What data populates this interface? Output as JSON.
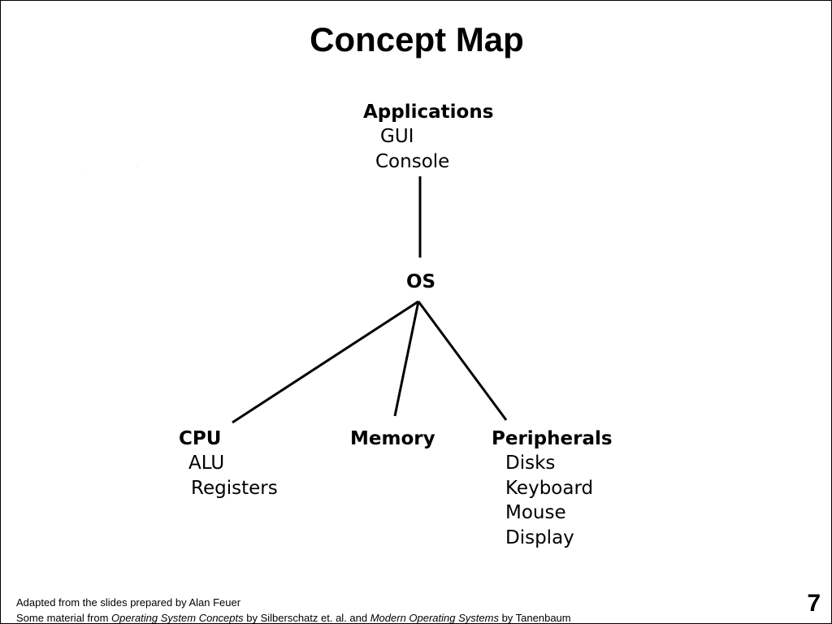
{
  "slide": {
    "title": "Concept Map",
    "page_number": "7"
  },
  "concept_map": {
    "applications": {
      "label": "Applications",
      "items": [
        "GUI",
        "Console"
      ]
    },
    "os": {
      "label": "OS"
    },
    "cpu": {
      "label": "CPU",
      "items": [
        "ALU",
        "Registers"
      ]
    },
    "memory": {
      "label": "Memory"
    },
    "peripherals": {
      "label": "Peripherals",
      "items": [
        "Disks",
        "Keyboard",
        "Mouse",
        "Display"
      ]
    }
  },
  "footer": {
    "line1": "Adapted from the slides prepared by Alan Feuer",
    "line2_prefix": "Some material from ",
    "line2_book1": "Operating System Concepts",
    "line2_middle": " by Silberschatz et. al. and ",
    "line2_book2": "Modern Operating Systems",
    "line2_suffix": " by Tanenbaum"
  },
  "colors": {
    "background": "#ffffff",
    "text": "#000000",
    "lines": "#000000"
  }
}
